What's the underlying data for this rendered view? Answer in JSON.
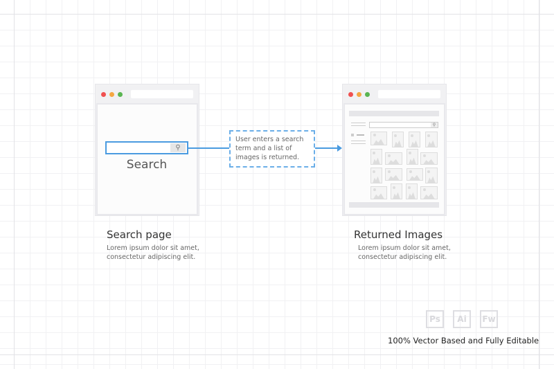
{
  "search_page": {
    "search_label": "Search",
    "title": "Search page",
    "desc_line1": "Lorem ipsum dolor sit amet,",
    "desc_line2": "consectetur adipiscing elit."
  },
  "callout": {
    "line1": "User enters a search",
    "line2": "term and a list of",
    "line3": "images is returned."
  },
  "returned_page": {
    "title": "Returned Images",
    "desc_line1": "Lorem ipsum dolor sit amet,",
    "desc_line2": "consectetur adipiscing elit."
  },
  "badges": [
    "Ps",
    "Ai",
    "Fw"
  ],
  "footer": "100% Vector Based and Fully Editable",
  "colors": {
    "accent": "#4a9be0",
    "red": "#f05050",
    "yellow": "#f5a742",
    "green": "#5ab552"
  }
}
